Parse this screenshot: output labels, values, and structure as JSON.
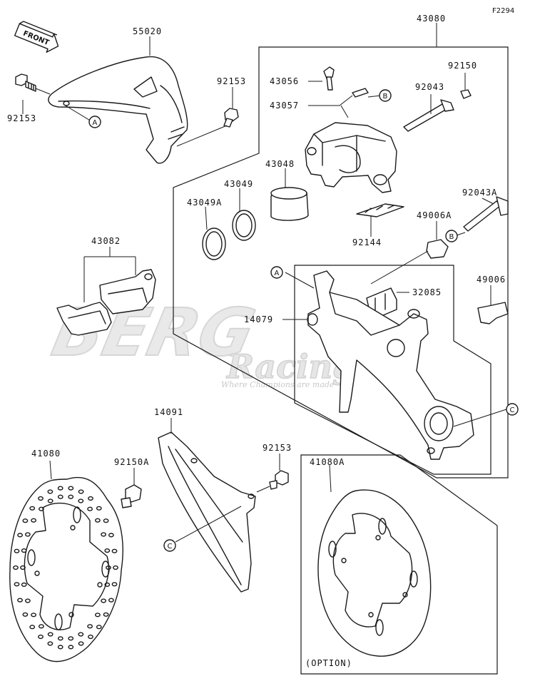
{
  "figure_code": "F2294",
  "front_label": "FRONT",
  "watermark": {
    "brand": "BERG",
    "sub": "Racing",
    "tagline": "Where Champions are made"
  },
  "refs": {
    "a": "A",
    "b": "B",
    "c": "C"
  },
  "parts": {
    "p55020": "55020",
    "p43080": "43080",
    "p92153_left": "92153",
    "p92153_top": "92153",
    "p92153_bottom": "92153",
    "p43056": "43056",
    "p43057": "43057",
    "p92150": "92150",
    "p92043": "92043",
    "p43048": "43048",
    "p43049": "43049",
    "p43049a": "43049A",
    "p92043a": "92043A",
    "p49006a": "49006A",
    "p92144": "92144",
    "p43082": "43082",
    "p32085": "32085",
    "p14079": "14079",
    "p49006": "49006",
    "p14091": "14091",
    "p41080": "41080",
    "p92150a": "92150A",
    "p41080a": "41080A",
    "option": "(OPTION)"
  }
}
